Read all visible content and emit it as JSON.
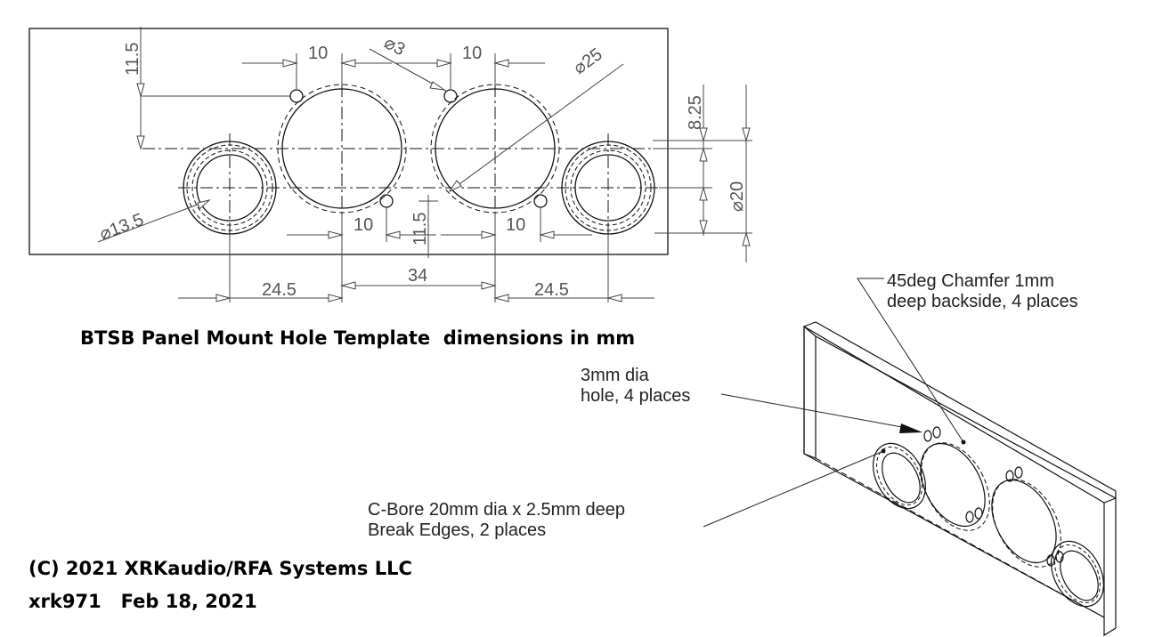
{
  "title": "BTSB Panel Mount Hole Template  dimensions in mm",
  "copyright": "(C) 2021 XRKaudio/RFA Systems LLC",
  "author_date": "xrk971   Feb 18, 2021",
  "dimensions": {
    "d_11_5_top": "11.5",
    "d_10_top_left": "10",
    "d_phi3": "⌀3",
    "d_10_top_right": "10",
    "d_phi25": "⌀25",
    "d_8_25": "8.25",
    "d_phi20": "⌀20",
    "d_phi13_5": "⌀13.5",
    "d_10_bottom_left": "10",
    "d_11_5_bottom": "11.5",
    "d_10_bottom_right": "10",
    "d_34": "34",
    "d_24_5_left": "24.5",
    "d_24_5_right": "24.5"
  },
  "notes": {
    "chamfer_line1": "45deg Chamfer 1mm",
    "chamfer_line2": "deep backside, 4 places",
    "hole_line1": "3mm dia",
    "hole_line2": "hole, 4 places",
    "cbore_line1": "C-Bore 20mm dia x 2.5mm deep",
    "cbore_line2": "Break Edges, 2 places"
  }
}
